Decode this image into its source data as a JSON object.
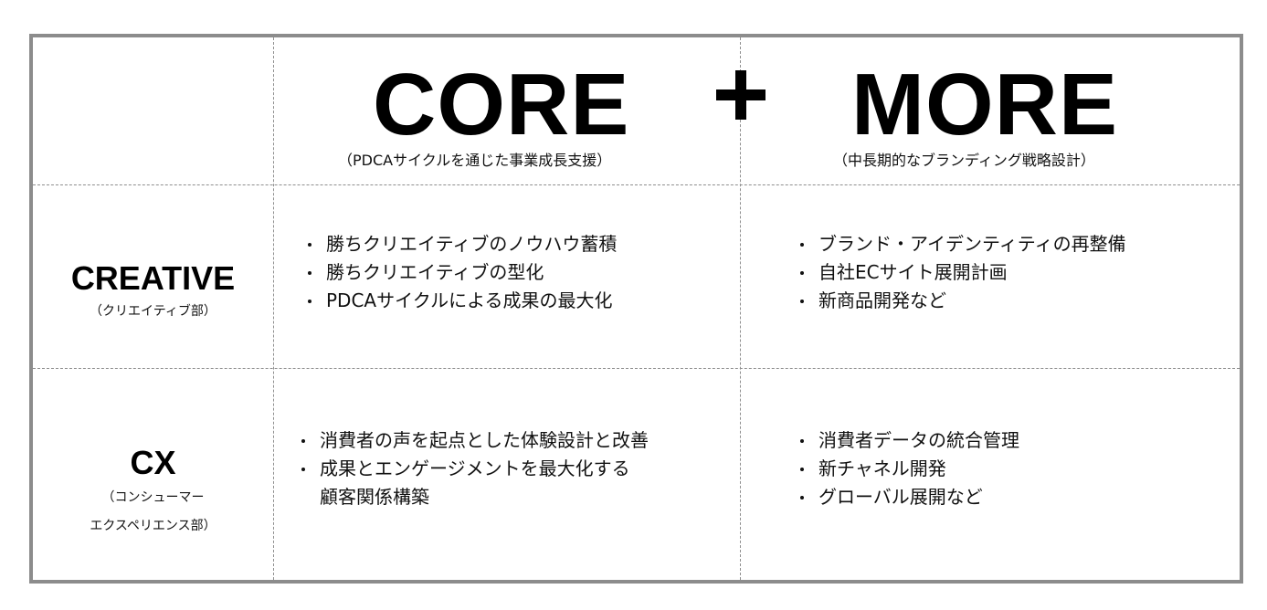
{
  "header": {
    "core": {
      "title": "CORE",
      "subtitle": "（PDCAサイクルを通じた事業成長支援）"
    },
    "plus": "+",
    "more": {
      "title": "MORE",
      "subtitle": "（中長期的なブランディング戦略設計）"
    }
  },
  "rows": [
    {
      "title": "CREATIVE",
      "subtitle_lines": [
        "（クリエイティブ部）"
      ],
      "core_items": [
        [
          "勝ちクリエイティブのノウハウ蓄積"
        ],
        [
          "勝ちクリエイティブの型化"
        ],
        [
          "PDCAサイクルによる成果の最大化"
        ]
      ],
      "more_items": [
        [
          "ブランド・アイデンティティの再整備"
        ],
        [
          "自社ECサイト展開計画"
        ],
        [
          "新商品開発など"
        ]
      ]
    },
    {
      "title": "CX",
      "subtitle_lines": [
        "（コンシューマー",
        "エクスペリエンス部）"
      ],
      "core_items": [
        [
          "消費者の声を起点とした体験設計と改善"
        ],
        [
          "成果とエンゲージメントを最大化する",
          "顧客関係構築"
        ]
      ],
      "more_items": [
        [
          "消費者データの統合管理"
        ],
        [
          "新チャネル開発"
        ],
        [
          "グローバル展開など"
        ]
      ]
    }
  ]
}
